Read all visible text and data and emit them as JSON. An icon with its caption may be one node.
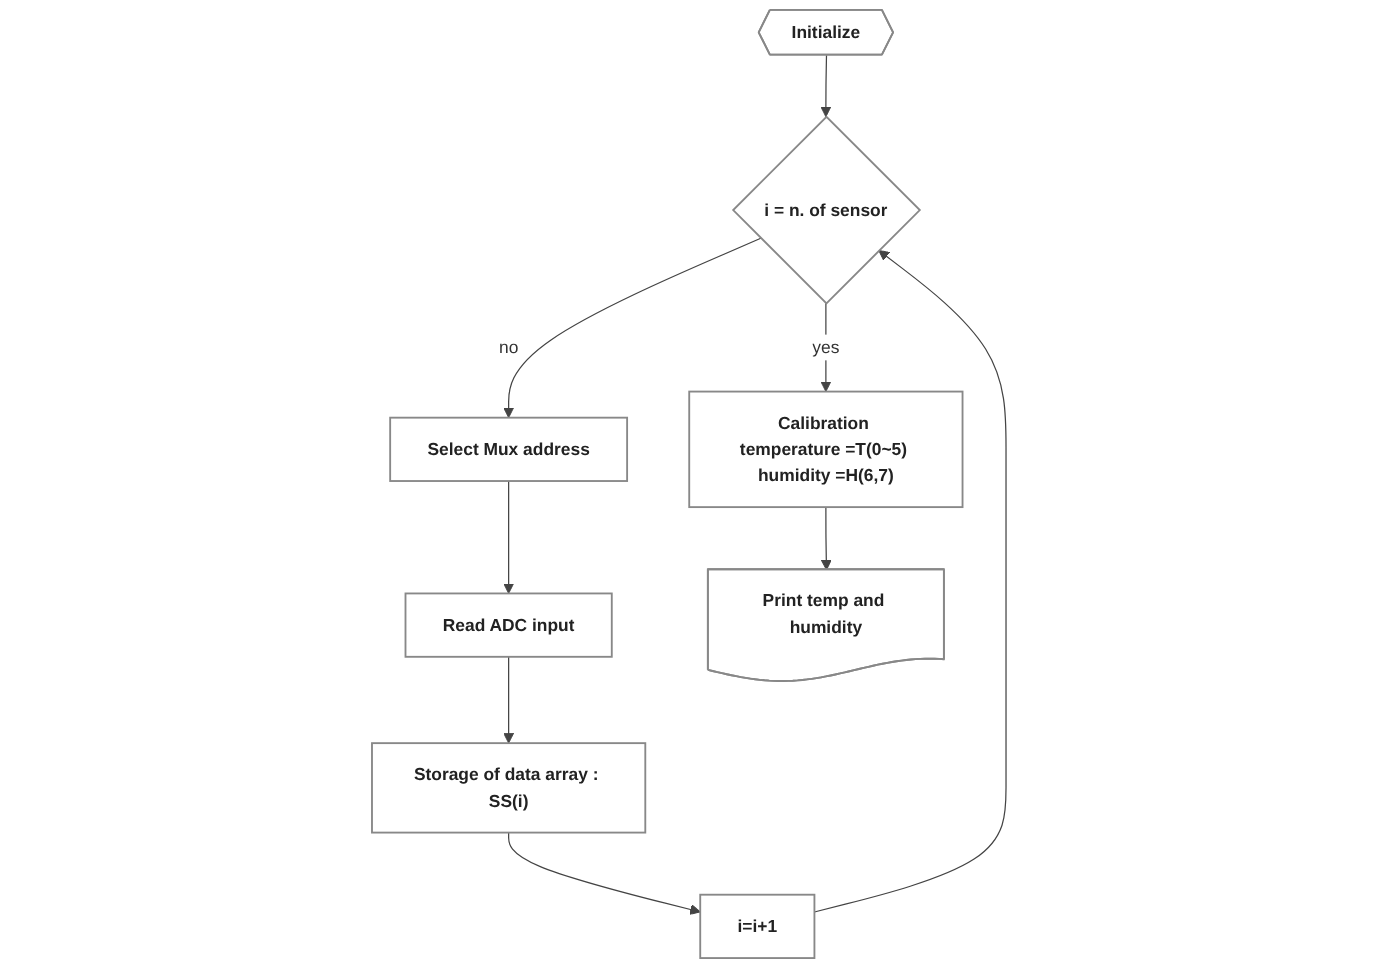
{
  "diagram": {
    "nodes": [
      {
        "text": [
          "Initialize"
        ]
      },
      {
        "text": [
          "i = n. of sensor"
        ]
      },
      {
        "text": [
          "Select Mux address"
        ]
      },
      {
        "text": [
          "Read ADC input"
        ]
      },
      {
        "text": [
          "Storage of data array : SS(i)"
        ]
      },
      {
        "text": [
          "i=i+1"
        ]
      },
      {
        "text": [
          "Calibration temperature =T(0~5) humidity =H(6,7)"
        ]
      },
      {
        "text": [
          "Print temp and humidity"
        ]
      }
    ],
    "edges": [
      {
        "from": 0,
        "to": 1,
        "arrow": "to"
      },
      {
        "from": 1,
        "to": 6,
        "label": "yes",
        "arrow": "to"
      },
      {
        "from": 1,
        "to": 2,
        "label": "no",
        "arrow": "to"
      },
      {
        "from": 2,
        "to": 3,
        "arrow": "to"
      },
      {
        "from": 3,
        "to": 4,
        "arrow": "to"
      },
      {
        "from": 4,
        "to": 5,
        "arrow": "to"
      },
      {
        "from": 5,
        "to": 1,
        "arrow": "to"
      },
      {
        "from": 6,
        "to": 7,
        "arrow": "to"
      }
    ]
  }
}
